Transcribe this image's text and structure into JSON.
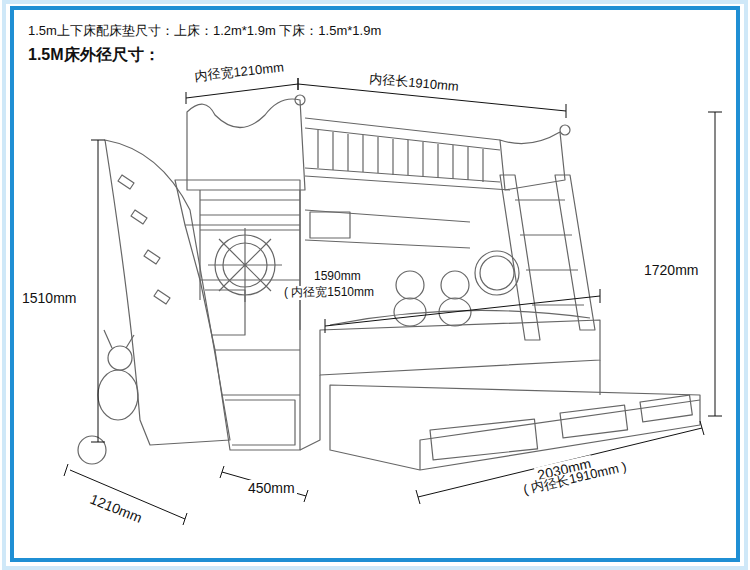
{
  "diagram": {
    "labels": [
      "1.5m上下床配床垫尺寸：上床：1.2m*1.9m 下床：1.5m*1.9m",
      "1.5M床外径尺寸：",
      "内径宽1210mm",
      "内径长1910mm",
      "1510mm",
      "1720mm",
      "1590mm",
      "( 内径宽1510mm",
      "1210mm",
      "450mm",
      "2030mm",
      "( 内径长1910mm )"
    ]
  }
}
